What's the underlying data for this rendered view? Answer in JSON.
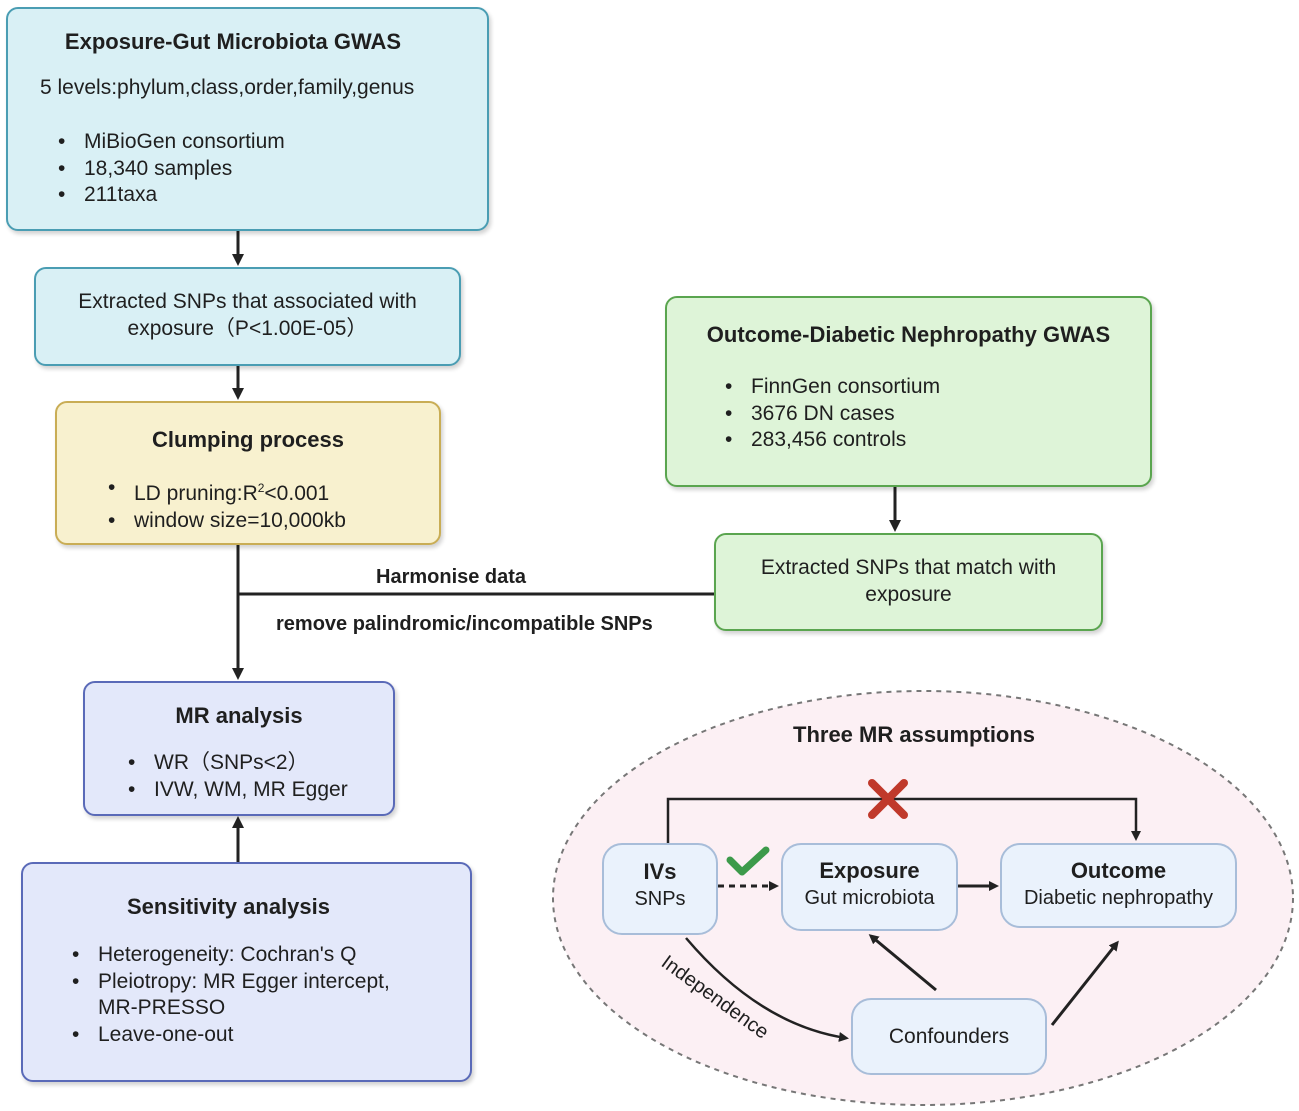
{
  "exposure_box": {
    "title": "Exposure-Gut Microbiota GWAS",
    "levels": "5 levels:phylum,class,order,family,genus",
    "bullets": [
      "MiBioGen consortium",
      "18,340 samples",
      "211taxa"
    ]
  },
  "extract_exposure_box": {
    "line1": "Extracted SNPs that associated with",
    "line2": "exposure（P<1.00E-05）"
  },
  "clumping_box": {
    "title": "Clumping process",
    "bullet1_pre": "LD pruning:R",
    "bullet1_sup": "2",
    "bullet1_post": "<0.001",
    "bullet2": "window size=10,000kb"
  },
  "outcome_box": {
    "title": "Outcome-Diabetic Nephropathy GWAS",
    "bullets": [
      "FinnGen consortium",
      "3676 DN cases",
      "283,456 controls"
    ]
  },
  "extract_outcome_box": {
    "line1": "Extracted SNPs that match with",
    "line2": "exposure"
  },
  "harmonise": {
    "label": "Harmonise data",
    "sublabel": "remove palindromic/incompatible SNPs"
  },
  "mr_box": {
    "title": "MR analysis",
    "bullets": [
      "WR（SNPs<2）",
      "IVW, WM, MR Egger"
    ]
  },
  "sensitivity_box": {
    "title": "Sensitivity analysis",
    "bullets": [
      "Heterogeneity: Cochran's Q",
      "Pleiotropy: MR Egger intercept,",
      "Leave-one-out"
    ],
    "continuation": "MR-PRESSO"
  },
  "assumptions": {
    "title": "Three MR assumptions",
    "ivs_title": "IVs",
    "ivs_sub": "SNPs",
    "exposure_title": "Exposure",
    "exposure_sub": "Gut microbiota",
    "outcome_title": "Outcome",
    "outcome_sub": "Diabetic nephropathy",
    "confounders": "Confounders",
    "independence": "Independence"
  },
  "colors": {
    "blue_fill": "#d9f0f5",
    "yellow_fill": "#f8f1cf",
    "green_fill": "#def4d8",
    "lavender_fill": "#e3e8fa",
    "ellipse_fill": "#fcf0f4",
    "cross": "#c0392b",
    "check": "#3c9a4a",
    "arrow": "#222222"
  },
  "icons": [
    "cross-icon",
    "check-icon"
  ]
}
